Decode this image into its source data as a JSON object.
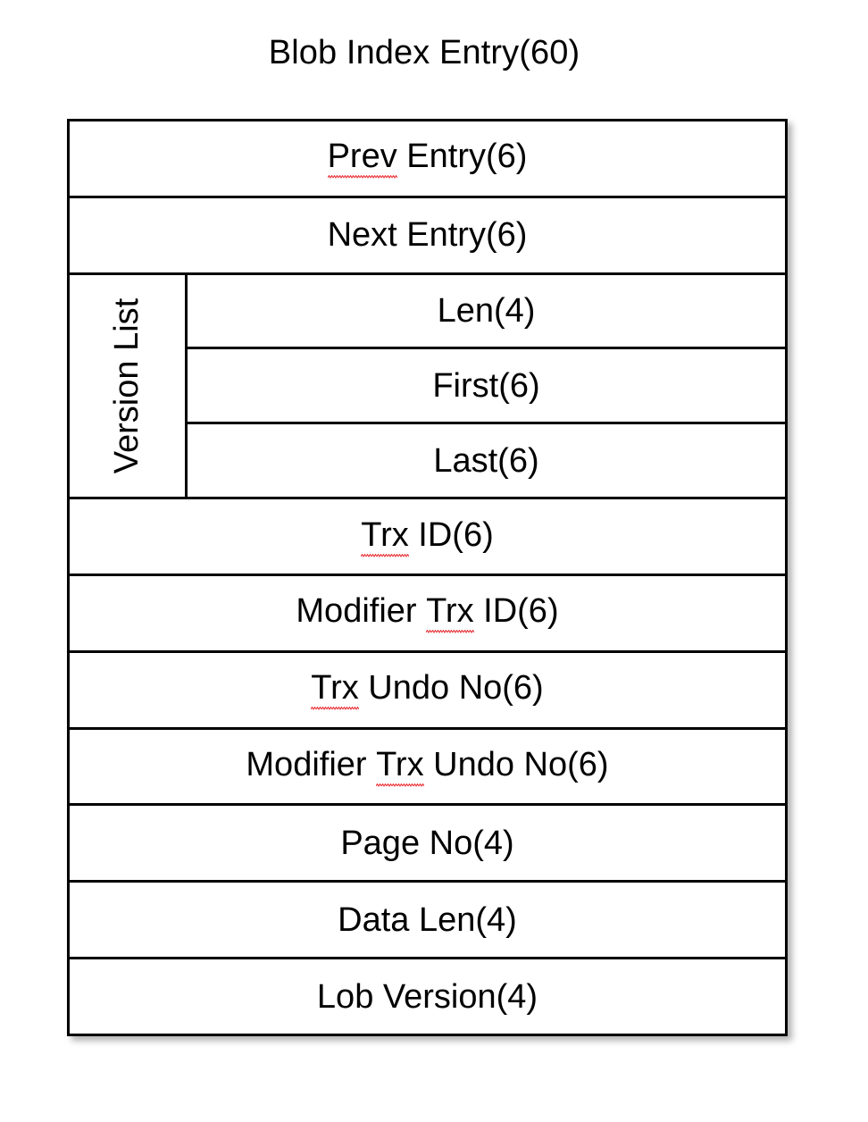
{
  "title": "Blob Index Entry(60)",
  "accent_colors": {
    "border": "#000000",
    "background": "#ffffff",
    "text": "#000000",
    "spellcheck_underline": "#e8353a"
  },
  "table": {
    "rows": [
      {
        "label": "Prev Entry(6)",
        "misspelled": "Prev",
        "size_bytes": 6
      },
      {
        "label": "Next Entry(6)",
        "misspelled": "",
        "size_bytes": 6
      },
      {
        "label": "Trx ID(6)",
        "misspelled": "Trx",
        "size_bytes": 6
      },
      {
        "label": "Modifier Trx ID(6)",
        "misspelled": "Trx",
        "size_bytes": 6
      },
      {
        "label": "Trx Undo No(6)",
        "misspelled": "Trx",
        "size_bytes": 6
      },
      {
        "label": "Modifier Trx Undo No(6)",
        "misspelled": "Trx",
        "size_bytes": 6
      },
      {
        "label": "Page No(4)",
        "misspelled": "",
        "size_bytes": 4
      },
      {
        "label": "Data Len(4)",
        "misspelled": "",
        "size_bytes": 4
      },
      {
        "label": "Lob Version(4)",
        "misspelled": "",
        "size_bytes": 4
      }
    ],
    "version_list": {
      "group_label": "Version List",
      "fields": [
        {
          "label": "Len(4)",
          "size_bytes": 4
        },
        {
          "label": "First(6)",
          "size_bytes": 6
        },
        {
          "label": "Last(6)",
          "size_bytes": 6
        }
      ]
    }
  },
  "row_labels": {
    "prev_entry": "Prev Entry(6)",
    "next_entry": "Next Entry(6)",
    "version_list": "Version List",
    "version_len": "Len(4)",
    "version_first": "First(6)",
    "version_last": "Last(6)",
    "trx_id": "Trx ID(6)",
    "modifier_trx_id": "Modifier Trx ID(6)",
    "trx_undo_no": "Trx Undo No(6)",
    "modifier_trx_undo_no": "Modifier Trx Undo No(6)",
    "page_no": "Page No(4)",
    "data_len": "Data Len(4)",
    "lob_version": "Lob Version(4)"
  },
  "segments": {
    "prev": {
      "a": "Prev",
      "b": " Entry(6)"
    },
    "trx_id": {
      "a": "Trx",
      "b": " ID(6)"
    },
    "modifier_trx_id": {
      "pre": "Modifier ",
      "a": "Trx",
      "b": " ID(6)"
    },
    "trx_undo_no": {
      "a": "Trx",
      "b": " Undo No(6)"
    },
    "modifier_trx_undo_no": {
      "pre": "Modifier ",
      "a": "Trx",
      "b": " Undo No(6)"
    }
  }
}
